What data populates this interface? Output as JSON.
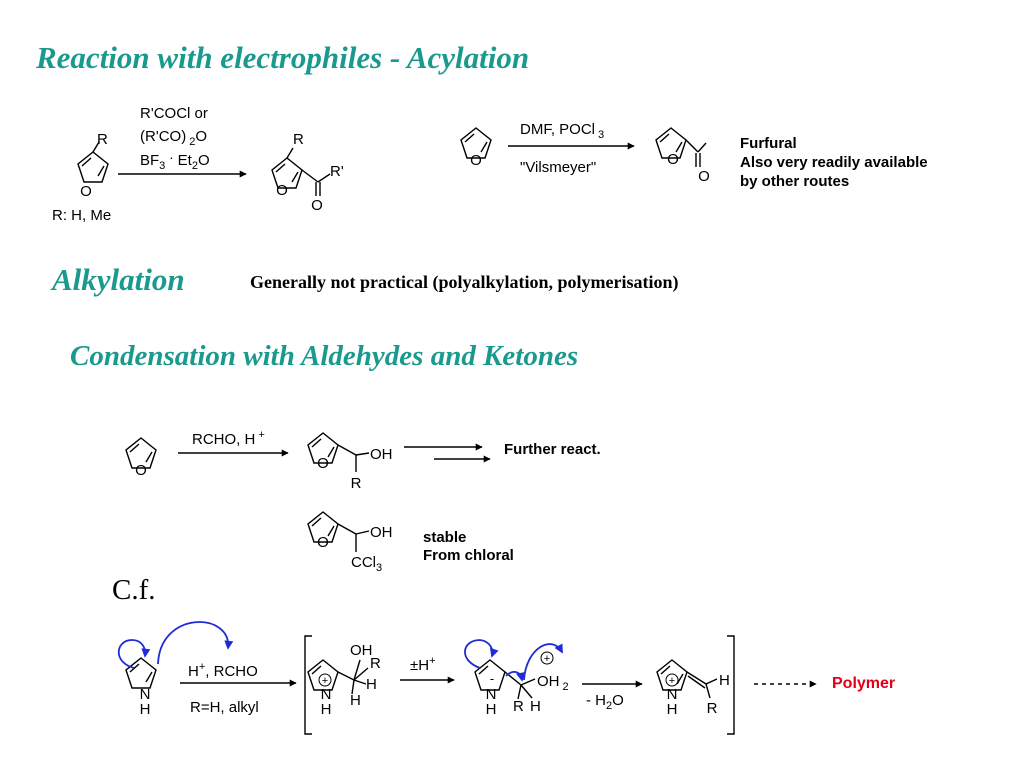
{
  "headings": {
    "acylation": "Reaction with electrophiles - Acylation",
    "alkylation": "Alkylation",
    "condensation": "Condensation with Aldehydes and Ketones",
    "cf": "C.f."
  },
  "alkylation_note": "Generally not practical (polyalkylation, polymerisation)",
  "acylation": {
    "reagent_line1": "R'COCl or",
    "reagent_line2": "(R'CO)",
    "reagent_line2_sub": "2",
    "reagent_line2_end": "O",
    "reagent_line3_a": "BF",
    "reagent_line3_sub": "3",
    "reagent_line3_dot": "·",
    "reagent_line3_b": "Et",
    "reagent_line3_sub2": "2",
    "reagent_line3_c": "O",
    "substituent_R": "R",
    "ring_O": "O",
    "r_definition": "R: H, Me",
    "product_R": "R",
    "product_Rprime": "R'",
    "product_carbonyl_O": "O"
  },
  "vilsmeier": {
    "reagent": "DMF, POCl",
    "reagent_sub": "3",
    "name": "\"Vilsmeyer\"",
    "product_lines": [
      "Furfural",
      "Also very readily available",
      "by other routes"
    ],
    "ring_O": "O",
    "carbonyl_O": "O"
  },
  "condensation": {
    "reagent": "RCHO, H",
    "reagent_sup": "+",
    "oh": "OH",
    "r": "R",
    "further": "Further react.",
    "ccl3": "CCl",
    "ccl3_sub": "3",
    "stable_lines": [
      "stable",
      "From chloral"
    ],
    "ring_O": "O"
  },
  "pyrrole": {
    "reagent1": "H",
    "reagent1_sup": "+",
    "reagent1_end": ", RCHO",
    "reagent2": "R=H, alkyl",
    "n": "N",
    "h": "H",
    "oh": "OH",
    "r": "R",
    "proton_shift": "±H",
    "proton_sup": "+",
    "water_loss": "- H",
    "water_sub": "2",
    "water_end": "O",
    "oh2": "OH",
    "oh2_sub": "2",
    "plus": "+",
    "minus": "-",
    "polymer": "Polymer"
  },
  "colors": {
    "heading": "#1a9a8f",
    "arrow_blue": "#1f2bd6",
    "polymer_red": "#e0001a",
    "ink": "#000000"
  }
}
